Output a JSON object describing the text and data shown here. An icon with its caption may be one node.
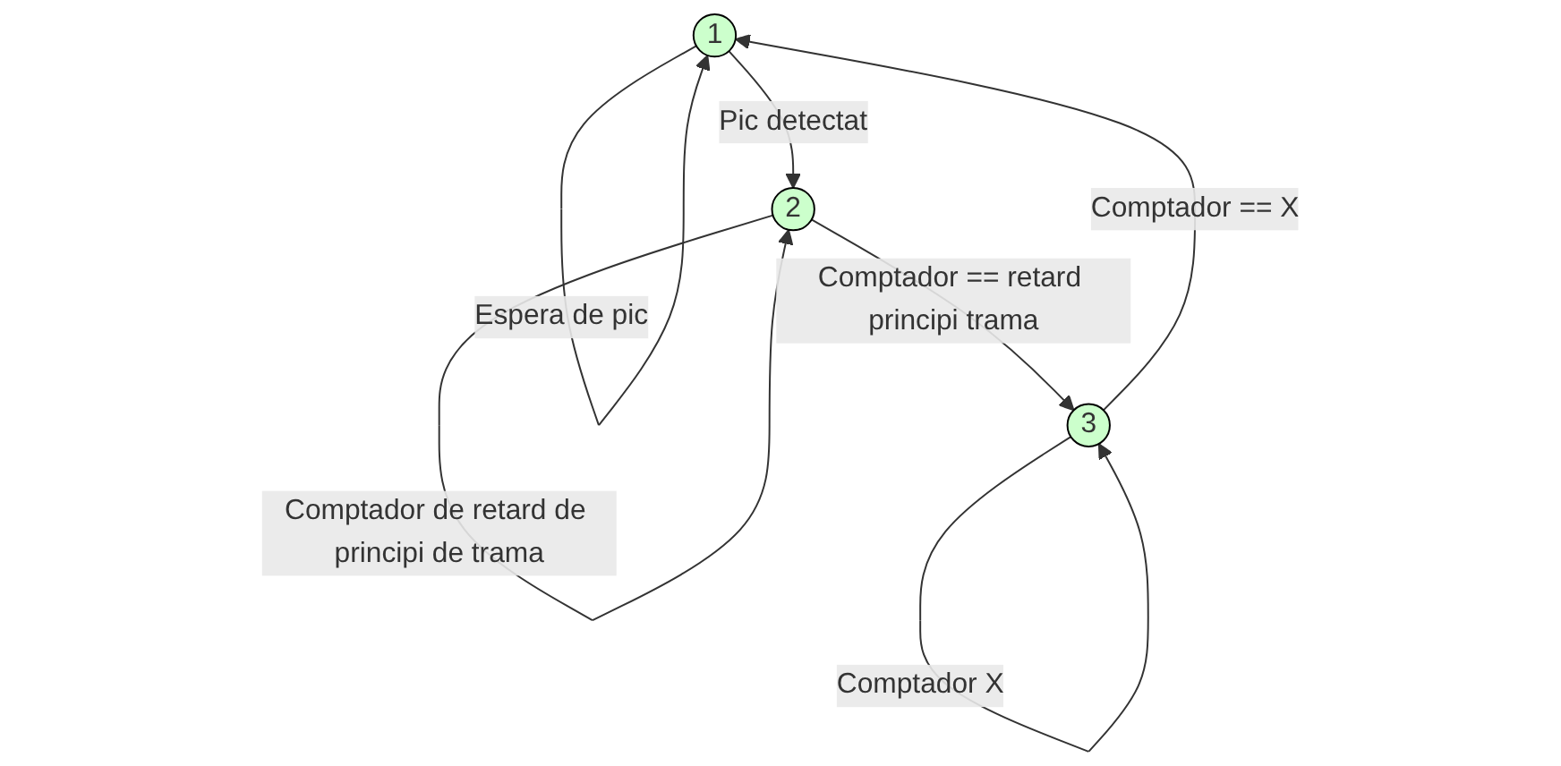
{
  "diagram": {
    "nodes": [
      {
        "text": [
          "1"
        ]
      },
      {
        "text": [
          "2"
        ]
      },
      {
        "text": [
          "3"
        ]
      }
    ],
    "edges": [
      {
        "from": 0,
        "to": 0,
        "arrow": "to",
        "label": "Espera de pic"
      },
      {
        "from": 0,
        "to": 1,
        "arrow": "to",
        "label": "Pic detectat"
      },
      {
        "from": 1,
        "to": 1,
        "arrow": "to",
        "label": "Comptador de retard de principi de trama"
      },
      {
        "from": 1,
        "to": 2,
        "arrow": "to",
        "label": "Comptador == retard principi trama"
      },
      {
        "from": 2,
        "to": 2,
        "arrow": "to",
        "label": "Comptador X"
      },
      {
        "from": 2,
        "to": 0,
        "arrow": "to",
        "label": "Comptador == X"
      }
    ]
  }
}
